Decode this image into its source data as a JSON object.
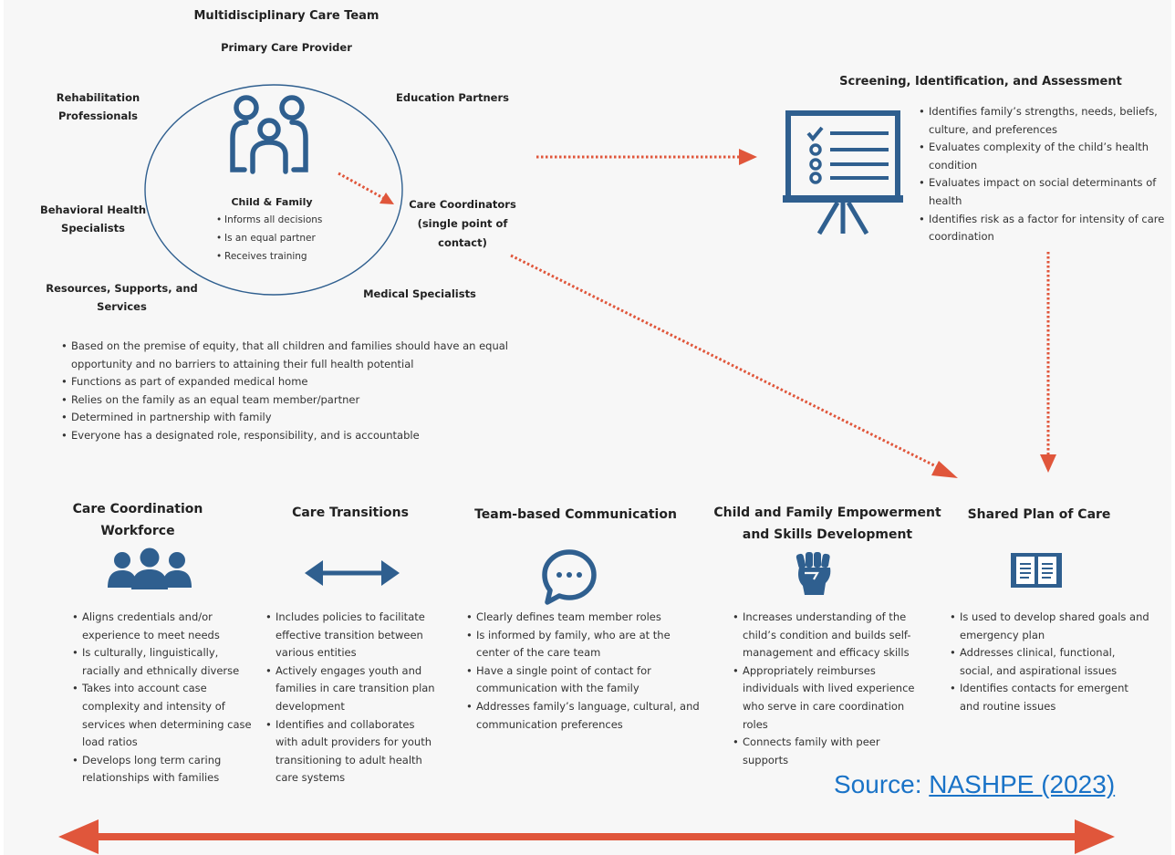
{
  "team": {
    "title": "Multidisciplinary Care Team",
    "roles": {
      "primary_care": "Primary Care Provider",
      "rehab": "Rehabilitation Professionals",
      "education": "Education Partners",
      "behavioral": "Behavioral Health Specialists",
      "care_coordinators": "Care Coordinators (single point of contact)",
      "resources": "Resources, Supports, and Services",
      "medical": "Medical Specialists"
    },
    "child_family": {
      "title": "Child & Family",
      "bullets": [
        "Informs all decisions",
        "Is an equal partner",
        "Receives training"
      ]
    },
    "bullets": [
      "Based on the premise of equity, that all children and families should have an equal opportunity and no barriers to attaining their full health potential",
      "Functions as part of expanded medical home",
      "Relies on the family as an equal team member/partner",
      "Determined in partnership with family",
      "Everyone has a designated role, responsibility, and is accountable"
    ]
  },
  "screening": {
    "title": "Screening, Identification, and Assessment",
    "bullets": [
      "Identifies family’s strengths, needs, beliefs, culture, and preferences",
      "Evaluates complexity of the child’s health condition",
      "Evaluates impact on social determinants of health",
      "Identifies risk as a factor for intensity of care coordination"
    ]
  },
  "sections": [
    {
      "title": "Care Coordination Workforce",
      "icon": "people-group-icon",
      "bullets": [
        "Aligns credentials and/or experience to meet needs",
        "Is culturally, linguistically, racially and ethnically diverse",
        "Takes into account case complexity and intensity of services when determining case load ratios",
        "Develops long term caring relationships with families"
      ]
    },
    {
      "title": "Care Transitions",
      "icon": "double-arrow-icon",
      "bullets": [
        "Includes policies to facilitate effective transition between various entities",
        "Actively engages youth and families in care transition plan development",
        "Identifies and collaborates with adult providers for youth transitioning to adult health care systems"
      ]
    },
    {
      "title": "Team-based Communication",
      "icon": "chat-bubble-icon",
      "bullets": [
        "Clearly defines team member roles",
        "Is informed by family, who are at the center of the care team",
        "Have a single point of contact for communication with the family",
        "Addresses family’s language, cultural, and communication preferences"
      ]
    },
    {
      "title": "Child and Family Empowerment and Skills Development",
      "icon": "raised-fist-icon",
      "bullets": [
        "Increases understanding of the child’s condition and builds self-management and efficacy skills",
        "Appropriately reimburses individuals with lived experience who serve in care coordination roles",
        "Connects family with peer supports"
      ]
    },
    {
      "title": "Shared Plan of Care",
      "icon": "open-book-icon",
      "bullets": [
        "Is used to develop shared goals and emergency plan",
        "Addresses clinical, functional, social, and aspirational issues",
        "Identifies contacts for emergent and routine issues"
      ]
    }
  ],
  "source": {
    "prefix": "Source: ",
    "link": "NASHPE (2023)"
  },
  "colors": {
    "accent_blue": "#2f5f8f",
    "arrow_red": "#e0563b"
  }
}
